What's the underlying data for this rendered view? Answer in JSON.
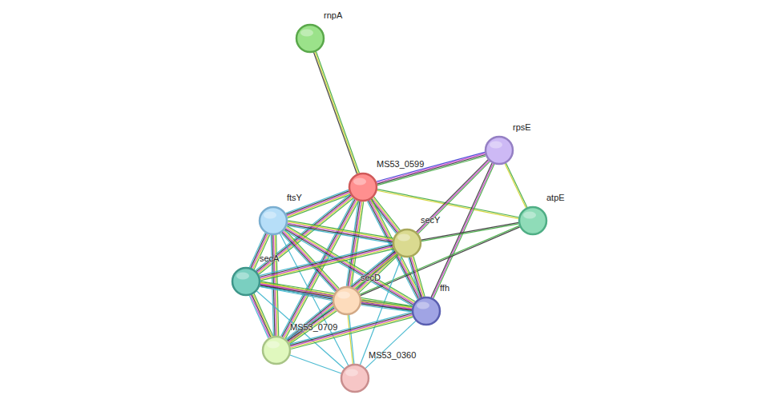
{
  "diagram": {
    "nodes": [
      {
        "text": [
          "rnpA"
        ]
      },
      {
        "text": [
          "MS53_0599"
        ]
      },
      {
        "text": [
          "rpsE"
        ]
      },
      {
        "text": [
          "atpE"
        ]
      },
      {
        "text": [
          "ftsY"
        ]
      },
      {
        "text": [
          "secY"
        ]
      },
      {
        "text": [
          "secA"
        ]
      },
      {
        "text": [
          "secD"
        ]
      },
      {
        "text": [
          "ffh"
        ]
      },
      {
        "text": [
          "MS53_0709"
        ]
      },
      {
        "text": [
          "MS53_0360"
        ]
      }
    ],
    "edges": [
      {
        "from": 0,
        "to": 1,
        "arrow": "none"
      },
      {
        "from": 1,
        "to": 2,
        "arrow": "none"
      },
      {
        "from": 1,
        "to": 3,
        "arrow": "none"
      },
      {
        "from": 1,
        "to": 4,
        "arrow": "none"
      },
      {
        "from": 1,
        "to": 5,
        "arrow": "none"
      },
      {
        "from": 1,
        "to": 6,
        "arrow": "none"
      },
      {
        "from": 1,
        "to": 7,
        "arrow": "none"
      },
      {
        "from": 1,
        "to": 8,
        "arrow": "none"
      },
      {
        "from": 1,
        "to": 9,
        "arrow": "none"
      },
      {
        "from": 2,
        "to": 3,
        "arrow": "none"
      },
      {
        "from": 2,
        "to": 5,
        "arrow": "none"
      },
      {
        "from": 2,
        "to": 8,
        "arrow": "none"
      },
      {
        "from": 3,
        "to": 5,
        "arrow": "none"
      },
      {
        "from": 3,
        "to": 7,
        "arrow": "none"
      },
      {
        "from": 4,
        "to": 5,
        "arrow": "none"
      },
      {
        "from": 4,
        "to": 6,
        "arrow": "none"
      },
      {
        "from": 4,
        "to": 7,
        "arrow": "none"
      },
      {
        "from": 4,
        "to": 8,
        "arrow": "none"
      },
      {
        "from": 4,
        "to": 9,
        "arrow": "none"
      },
      {
        "from": 4,
        "to": 10,
        "arrow": "none"
      },
      {
        "from": 5,
        "to": 6,
        "arrow": "none"
      },
      {
        "from": 5,
        "to": 7,
        "arrow": "none"
      },
      {
        "from": 5,
        "to": 8,
        "arrow": "none"
      },
      {
        "from": 5,
        "to": 9,
        "arrow": "none"
      },
      {
        "from": 5,
        "to": 10,
        "arrow": "none"
      },
      {
        "from": 6,
        "to": 7,
        "arrow": "none"
      },
      {
        "from": 6,
        "to": 8,
        "arrow": "none"
      },
      {
        "from": 6,
        "to": 9,
        "arrow": "none"
      },
      {
        "from": 6,
        "to": 10,
        "arrow": "none"
      },
      {
        "from": 7,
        "to": 8,
        "arrow": "none"
      },
      {
        "from": 7,
        "to": 9,
        "arrow": "none"
      },
      {
        "from": 7,
        "to": 10,
        "arrow": "none"
      },
      {
        "from": 8,
        "to": 9,
        "arrow": "none"
      },
      {
        "from": 8,
        "to": 10,
        "arrow": "none"
      },
      {
        "from": 9,
        "to": 10,
        "arrow": "none"
      }
    ]
  }
}
